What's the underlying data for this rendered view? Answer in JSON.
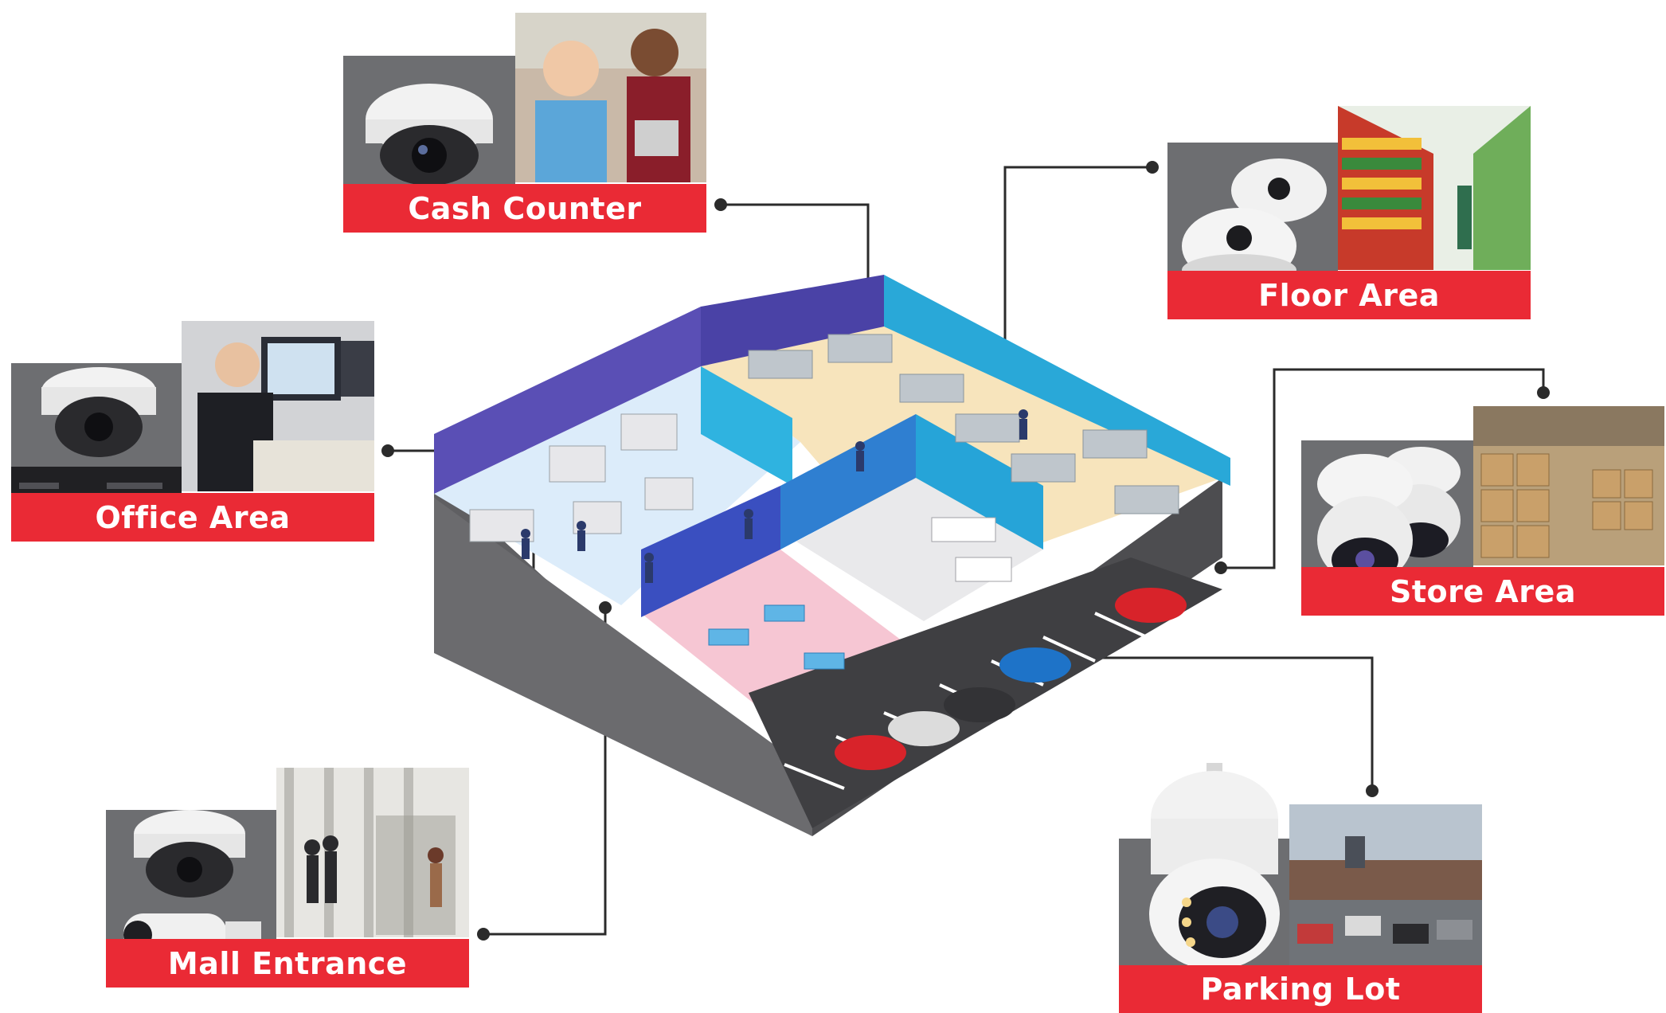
{
  "colors": {
    "label_red": "#ea2a35",
    "camera_panel_gray": "#6d6e71",
    "connector": "#2b2b2b",
    "wall_purple": "#5a4fb5",
    "wall_cyan": "#29a8d8",
    "floor_cream": "#f7e4bc",
    "floor_light_blue": "#dcecfa",
    "floor_pink": "#f6c6d3",
    "base_gray": "#6b6b6e",
    "parking_gray": "#555558"
  },
  "zones": [
    {
      "id": "cash-counter",
      "label": "Cash Counter",
      "camera_icon": "dome-camera-icon",
      "photo": "cashier-photo"
    },
    {
      "id": "floor-area",
      "label": "Floor Area",
      "camera_icon": "fisheye-camera-icon",
      "photo": "supermarket-aisle-photo"
    },
    {
      "id": "office-area",
      "label": "Office Area",
      "camera_icon": "dome-camera-with-nvr-icon",
      "photo": "office-worker-photo"
    },
    {
      "id": "store-area",
      "label": "Store Area",
      "camera_icon": "speed-dome-camera-icon",
      "photo": "warehouse-photo"
    },
    {
      "id": "mall-entrance",
      "label": "Mall Entrance",
      "camera_icon": "dome-and-bullet-camera-icon",
      "photo": "entrance-photo"
    },
    {
      "id": "parking-lot",
      "label": "Parking Lot",
      "camera_icon": "ptz-camera-icon",
      "photo": "parking-lot-photo"
    }
  ]
}
